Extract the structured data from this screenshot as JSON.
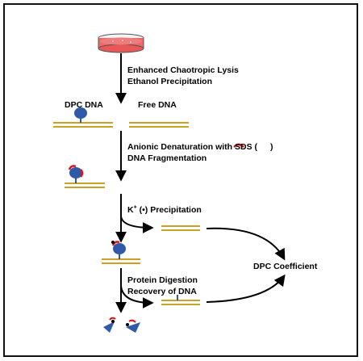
{
  "steps": {
    "lysis": {
      "line1": "Enhanced Chaotropic Lysis",
      "line2": "Ethanol Precipitation"
    },
    "denaturation": {
      "line1_pre": "Anionic Denaturation with SDS (",
      "line1_post": ")",
      "line2": "DNA Fragmentation"
    },
    "precipitation": {
      "k": "K",
      "sup": "+",
      "pre": " (",
      "dot": "•",
      "post": ") Precipitation"
    },
    "digestion": {
      "line1": "Protein Digestion",
      "line2": "Recovery of DNA"
    }
  },
  "labels": {
    "dpc_dna": "DPC DNA",
    "free_dna": "Free DNA",
    "coefficient": "DPC Coefficient"
  },
  "colors": {
    "dna_strand": "#c9a227",
    "protein": "#2e5aa8",
    "sds": "#d8131b",
    "culture_medium": "#f08080",
    "arrow": "#000000"
  },
  "icons": [
    "petri-dish-icon",
    "protein-icon",
    "dna-strand-icon",
    "sds-icon",
    "potassium-ion-icon"
  ]
}
